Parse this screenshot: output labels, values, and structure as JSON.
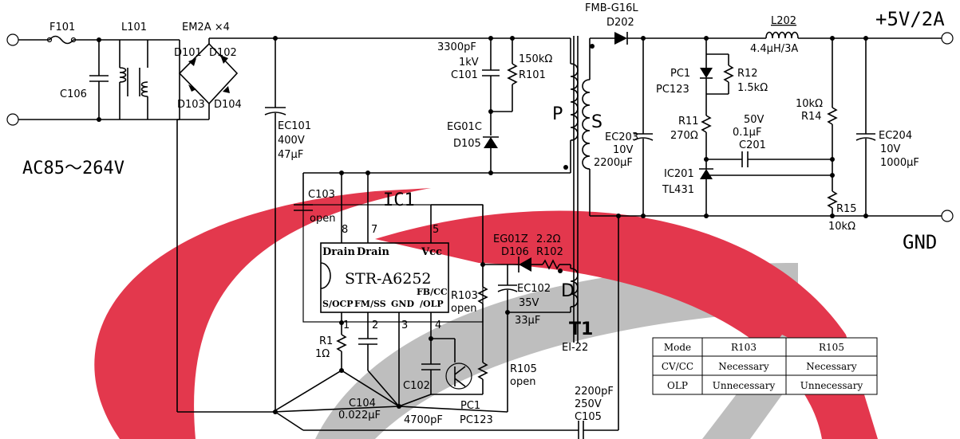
{
  "colors": {
    "watermark_red": "#e0223a",
    "watermark_gray": "#b7b7b7",
    "line": "#000000"
  },
  "labels": {
    "f101": "F101",
    "l101": "L101",
    "em2a": "EM2A ×4",
    "d101": "D101",
    "d102": "D102",
    "d103": "D103",
    "d104": "D104",
    "c106": "C106",
    "ac": "AC85～264V",
    "ec101": "EC101",
    "ec101_v": "400V",
    "ec101_c": "47μF",
    "c101_val": "3300pF",
    "c101_v": "1kV",
    "c101": "C101",
    "r101_val": "150kΩ",
    "r101": "R101",
    "eg01c": "EG01C",
    "d105": "D105",
    "p": "P",
    "s": "S",
    "d": "D",
    "c103": "C103",
    "c103_open": "open",
    "ic1": "IC1",
    "pin8": "8",
    "pin7": "7",
    "pin5": "5",
    "pin1": "1",
    "pin2": "2",
    "pin3": "3",
    "pin4": "4",
    "drain1": "Drain",
    "drain2": "Drain",
    "vcc": "Vcc",
    "chip": "STR-A6252",
    "socp": "S/OCP",
    "fmss": "FM/SS",
    "gnd_pin": "GND",
    "fbcc": "FB/CC",
    "olp": "/OLP",
    "r103": "R103",
    "r103_open": "open",
    "eg01z": "EG01Z",
    "d106": "D106",
    "r102_val": "2.2Ω",
    "r102": "R102",
    "ec102": "EC102",
    "ec102_v": "35V",
    "ec102_c": "33μF",
    "t1": "T1",
    "ei22": "EI-22",
    "r1": "R1",
    "r1_val": "1Ω",
    "c104": "C104",
    "c104_val": "0.022μF",
    "c4700": "4700pF",
    "c102": "C102",
    "pc1b": "PC1",
    "pc123b": "PC123",
    "r105": "R105",
    "r105_open": "open",
    "c105_val": "2200pF",
    "c105_v": "250V",
    "c105": "C105",
    "fmb": "FMB-G16L",
    "d202": "D202",
    "l202": "L202",
    "l202_val": "4.4μH/3A",
    "vout": "+5V/2A",
    "gnd": "GND",
    "pc1": "PC1",
    "pc123": "PC123",
    "r12": "R12",
    "r12_val": "1.5kΩ",
    "r11": "R11",
    "r11_val": "270Ω",
    "c201_v": "50V",
    "c201_c": "0.1μF",
    "c201": "C201",
    "ic201": "IC201",
    "tl431": "TL431",
    "ec203": "EC203",
    "ec203_v": "10V",
    "ec203_c": "2200μF",
    "r14_val": "10kΩ",
    "r14": "R14",
    "ec204": "EC204",
    "ec204_v": "10V",
    "ec204_c": "1000μF",
    "r15": "R15",
    "r15_val": "10kΩ"
  },
  "table": {
    "headers": [
      "Mode",
      "R103",
      "R105"
    ],
    "rows": [
      [
        "CV/CC",
        "Necessary",
        "Necessary"
      ],
      [
        "OLP",
        "Unnecessary",
        "Unnecessary"
      ]
    ]
  }
}
